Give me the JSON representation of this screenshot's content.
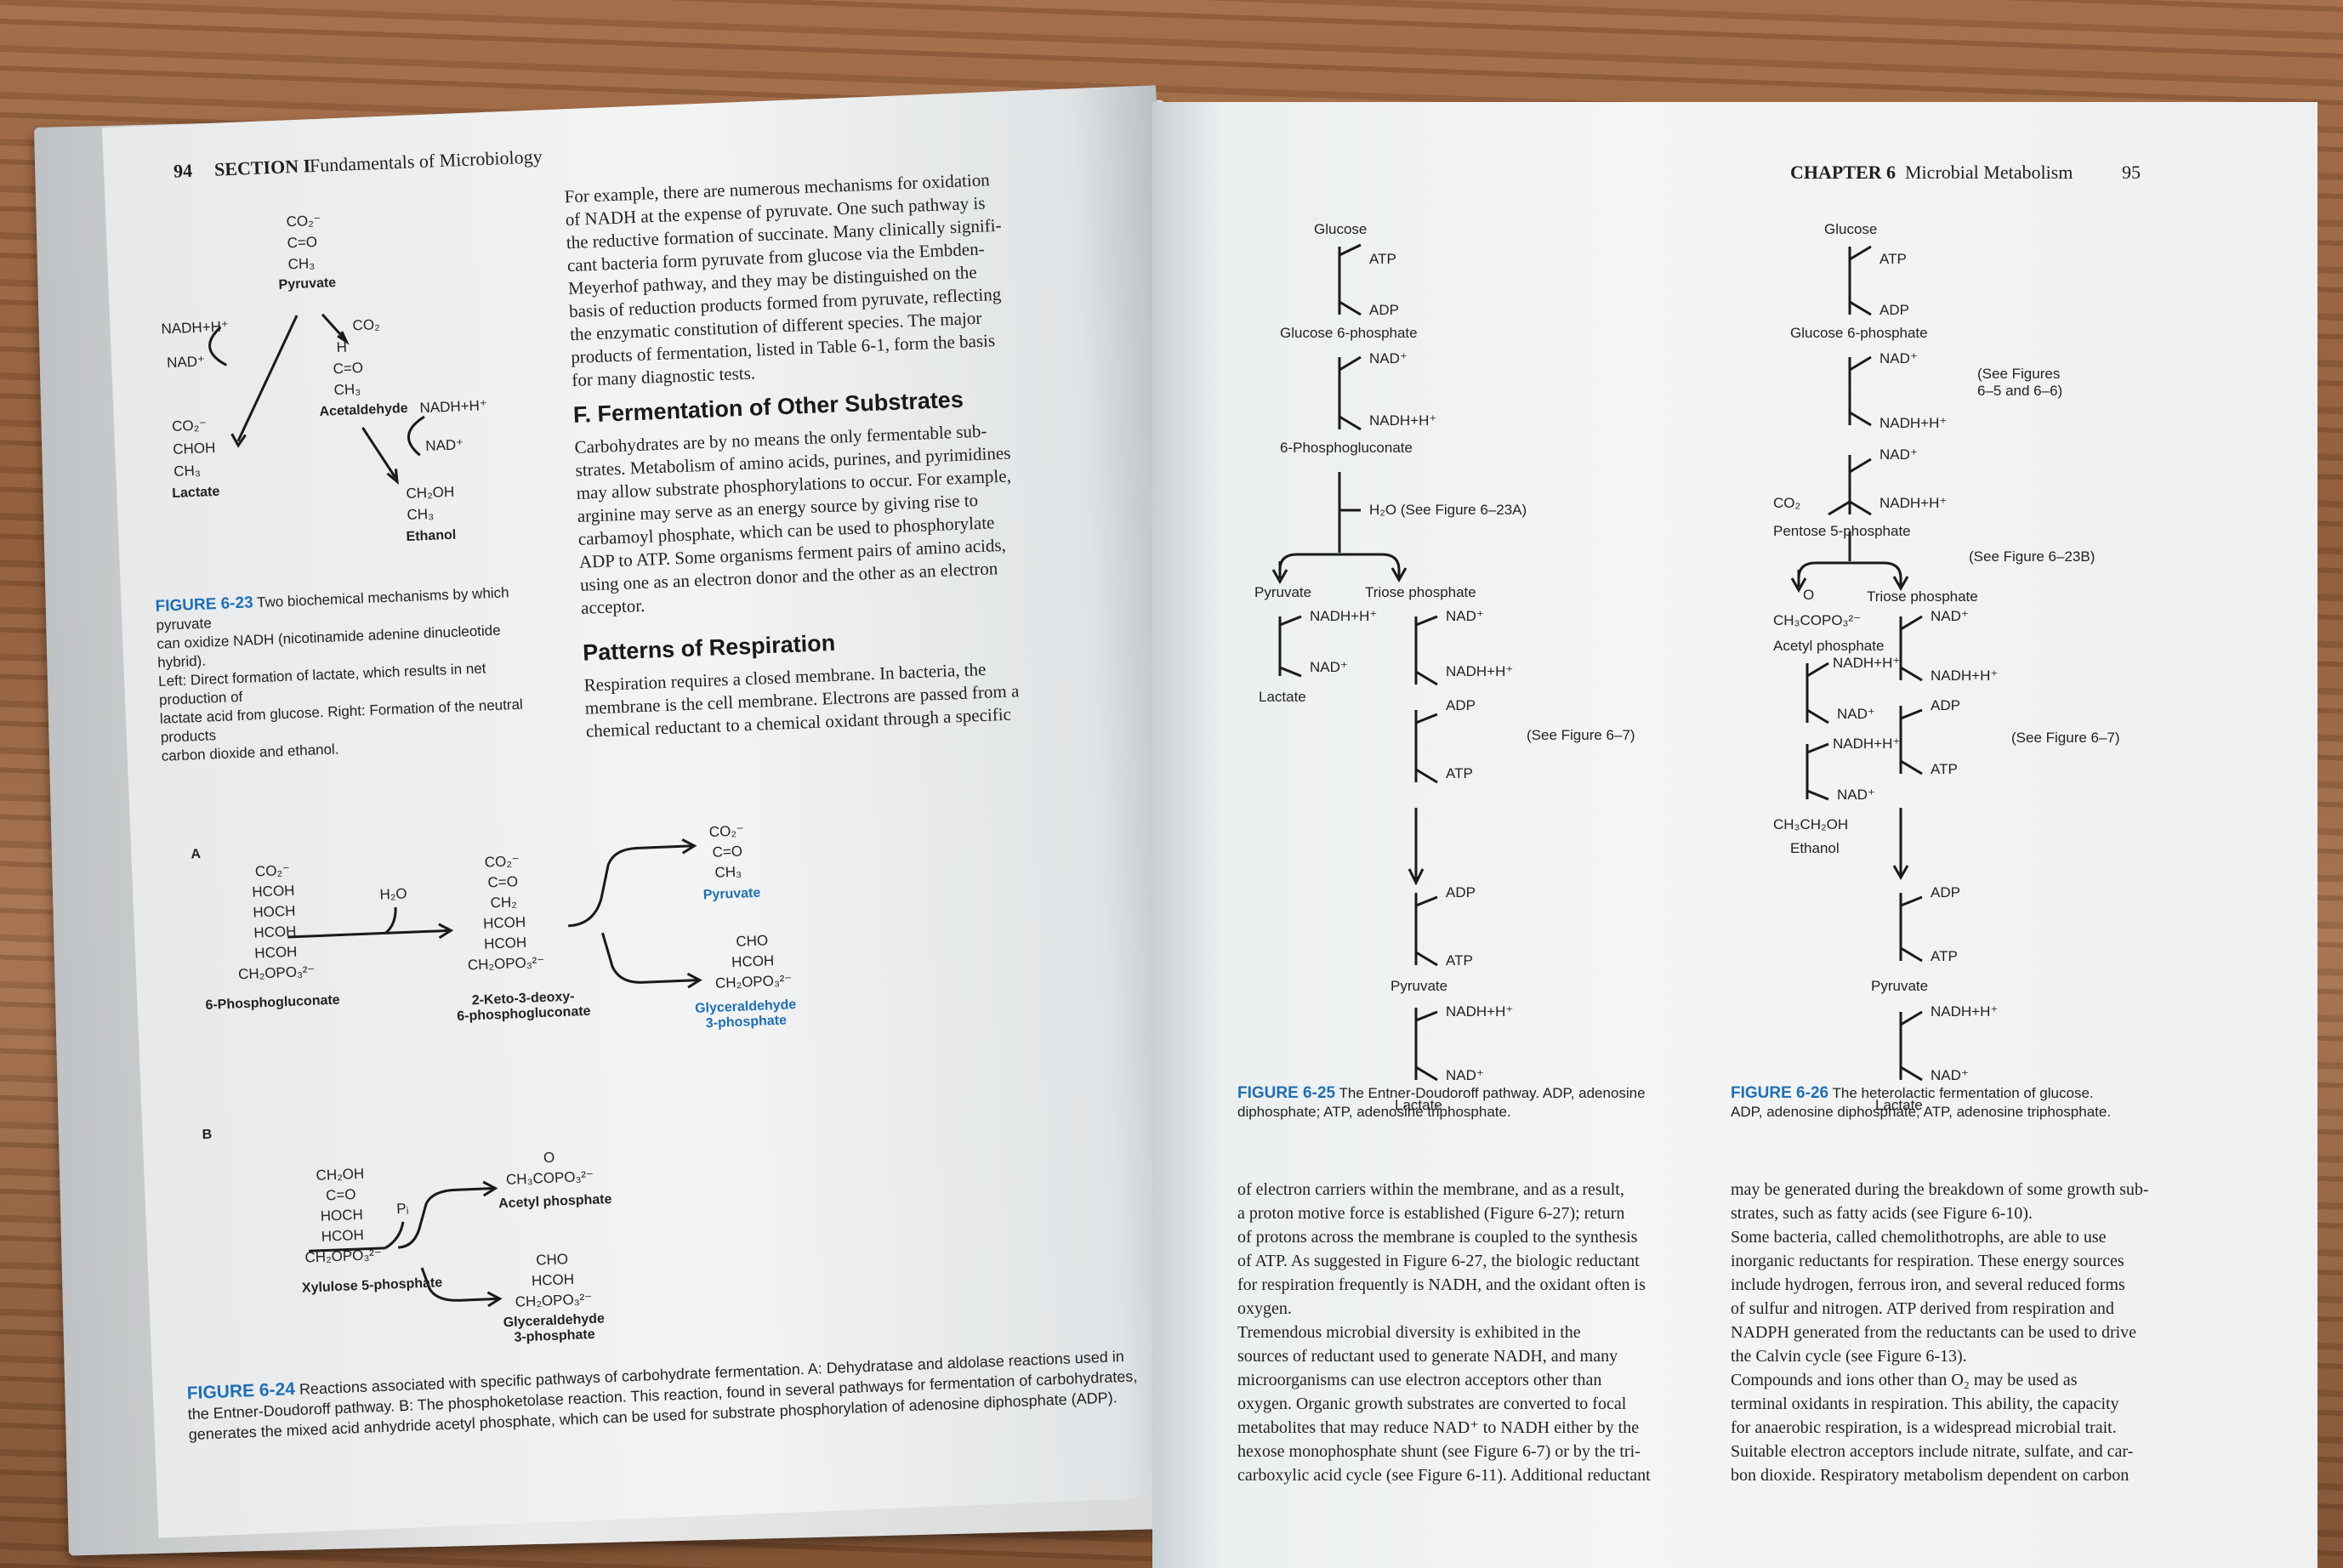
{
  "left_page": {
    "page_number": "94",
    "section": "SECTION I",
    "section_title": "Fundamentals of Microbiology",
    "intro_paragraph": [
      "For example, there are numerous mechanisms for oxidation",
      "of NADH at the expense of pyruvate. One such pathway is",
      "the reductive formation of succinate. Many clinically signifi-",
      "cant bacteria form pyruvate from glucose via the Embden-",
      "Meyerhof pathway, and they may be distinguished on the",
      "basis of reduction products formed from pyruvate, reflecting",
      "the enzymatic constitution of different species. The major",
      "products of fermentation, listed in Table 6-1, form the basis",
      "for many diagnostic tests."
    ],
    "heading_f": "F. Fermentation of Other Substrates",
    "para_f": [
      "Carbohydrates are by no means the only fermentable sub-",
      "strates. Metabolism of amino acids, purines, and pyrimidines",
      "may allow substrate phosphorylations to occur. For example,",
      "arginine may serve as an energy source by giving rise to",
      "carbamoyl phosphate, which can be used to phosphorylate",
      "ADP to ATP. Some organisms ferment pairs of amino acids,",
      "using one as an electron donor and the other as an electron",
      "acceptor."
    ],
    "heading_resp": "Patterns of Respiration",
    "para_resp": [
      "Respiration requires a closed membrane. In bacteria, the",
      "membrane is the cell membrane. Electrons are passed from a",
      "chemical reductant to a chemical oxidant through a specific"
    ],
    "fig23": {
      "labels": {
        "co2m": "CO₂⁻",
        "co": "C=O",
        "ch3": "CH₃",
        "pyruvate": "Pyruvate",
        "co2": "CO₂",
        "h": "H",
        "co2b": "C=O",
        "ch3b": "CH₃",
        "acetaldehyde": "Acetaldehyde",
        "nadh": "NADH+H⁺",
        "nad": "NAD⁺",
        "lac_co2": "CO₂⁻",
        "chohl": "CHOH",
        "ch3l": "CH₃",
        "lactate": "Lactate",
        "nadh2": "NADH+H⁺",
        "nad2": "NAD⁺",
        "ch2oh": "CH₂OH",
        "ch3e": "CH₃",
        "ethanol": "Ethanol"
      },
      "cap_title": "FIGURE 6-23",
      "cap_lines": [
        "Two biochemical mechanisms by which pyruvate",
        "can oxidize NADH (nicotinamide adenine dinucleotide hybrid).",
        "Left: Direct formation of lactate, which results in net production of",
        "lactate acid from glucose. Right: Formation of the neutral products",
        "carbon dioxide and ethanol."
      ]
    },
    "fig24": {
      "label_a": "A",
      "label_b": "B",
      "a_c1": [
        "CO₂⁻",
        "HCOH",
        "HOCH",
        "HCOH",
        "HCOH",
        "CH₂OPO₃²⁻"
      ],
      "a_c1_name": "6-Phosphogluconate",
      "a_h2o": "H₂O",
      "a_c2": [
        "CO₂⁻",
        "C=O",
        "CH₂",
        "HCOH",
        "HCOH",
        "CH₂OPO₃²⁻"
      ],
      "a_c2_name": "2-Keto-3-deoxy-",
      "a_c2_name2": "6-phosphogluconate",
      "a_p1": [
        "CO₂⁻",
        "C=O",
        "CH₃"
      ],
      "a_p1_name": "Pyruvate",
      "a_p2": [
        "CHO",
        "HCOH",
        "CH₂OPO₃²⁻"
      ],
      "a_p2_name": "Glyceraldehyde",
      "a_p2_name2": "3-phosphate",
      "b_c1": [
        "CH₂OH",
        "C=O",
        "HOCH",
        "HCOH",
        "CH₂OPO₃²⁻"
      ],
      "b_c1_name": "Xylulose 5-phosphate",
      "b_pi": "Pᵢ",
      "b_p1": [
        "O",
        "CH₃COPO₃²⁻"
      ],
      "b_p1_name": "Acetyl phosphate",
      "b_p2": [
        "CHO",
        "HCOH",
        "CH₂OPO₃²⁻"
      ],
      "b_p2_name": "Glyceraldehyde",
      "b_p2_name2": "3-phosphate",
      "cap_title": "FIGURE 6-24",
      "cap_lines": [
        "Reactions associated with specific pathways of carbohydrate fermentation. A: Dehydratase and aldolase reactions used in",
        "the Entner-Doudoroff pathway. B: The phosphoketolase reaction. This reaction, found in several pathways for fermentation of carbohydrates,",
        "generates the mixed acid anhydride acetyl phosphate, which can be used for substrate phosphorylation of adenosine diphosphate (ADP)."
      ]
    }
  },
  "right_page": {
    "chapter": "CHAPTER 6",
    "chapter_title": "Microbial Metabolism",
    "page_number": "95",
    "fig25": {
      "glucose": "Glucose",
      "atp": "ATP",
      "adp": "ADP",
      "g6p": "Glucose 6-phosphate",
      "nad": "NAD⁺",
      "nadh": "NADH+H⁺",
      "pg": "6-Phosphogluconate",
      "h2o": "H₂O  (See Figure 6–23A)",
      "pyruvate": "Pyruvate",
      "triose": "Triose phosphate",
      "nadh_l": "NADH+H⁺",
      "nad_l": "NAD⁺",
      "lactate_l": "Lactate",
      "nad_r": "NAD⁺",
      "nadh_r": "NADH+H⁺",
      "adp_r": "ADP",
      "atp_r": "ATP",
      "see67": "(See Figure 6–7)",
      "adp2": "ADP",
      "atp2": "ATP",
      "pyruvate2": "Pyruvate",
      "nadh2": "NADH+H⁺",
      "nad2": "NAD⁺",
      "lactate2": "Lactate",
      "cap_title": "FIGURE 6-25",
      "cap_lines": [
        "The Entner-Doudoroff pathway. ADP, adenosine",
        "diphosphate; ATP, adenosine triphosphate."
      ]
    },
    "fig26": {
      "glucose": "Glucose",
      "atp": "ATP",
      "adp": "ADP",
      "g6p": "Glucose 6-phosphate",
      "nad": "NAD⁺",
      "nadh": "NADH+H⁺",
      "see_figs": "(See Figures",
      "see_figs2": "6–5 and 6–6)",
      "nad2": "NAD⁺",
      "co2": "CO₂",
      "nadh2": "NADH+H⁺",
      "p5p": "Pentose 5-phosphate",
      "see623b": "(See Figure 6–23B)",
      "o": "O",
      "acp": "CH₃COPO₃²⁻",
      "acp_name": "Acetyl phosphate",
      "triose": "Triose phosphate",
      "nadh_a": "NADH+H⁺",
      "nad_a": "NAD⁺",
      "nadh_b": "NADH+H⁺",
      "nad_b": "NAD⁺",
      "ethanol_f": "CH₃CH₂OH",
      "ethanol": "Ethanol",
      "nad_t": "NAD⁺",
      "nadh_t": "NADH+H⁺",
      "adp_t": "ADP",
      "atp_t": "ATP",
      "see67": "(See Figure 6–7)",
      "adp2": "ADP",
      "atp2": "ATP",
      "pyruvate": "Pyruvate",
      "nadh3": "NADH+H⁺",
      "nad3": "NAD⁺",
      "lactate": "Lactate",
      "cap_title": "FIGURE 6-26",
      "cap_lines": [
        "The heterolactic fermentation of glucose.",
        "ADP, adenosine diphosphate; ATP, adenosine triphosphate."
      ]
    },
    "col1": [
      "of electron carriers within the membrane, and as a result,",
      "a proton motive force is established (Figure 6-27); return",
      "of protons across the membrane is coupled to the synthesis",
      "of ATP. As suggested in Figure 6-27, the biologic reductant",
      "for respiration frequently is NADH, and the oxidant often is",
      "oxygen.",
      "    Tremendous microbial diversity is exhibited in the",
      "sources of reductant used to generate NADH, and many",
      "microorganisms can use electron acceptors other than",
      "oxygen. Organic growth substrates are converted to focal",
      "metabolites that may reduce NAD⁺ to NADH either by the",
      "hexose monophosphate shunt (see Figure 6-7) or by the tri-",
      "carboxylic acid cycle (see Figure 6-11). Additional reductant"
    ],
    "col2": [
      "may be generated during the breakdown of some growth sub-",
      "strates, such as fatty acids (see Figure 6-10).",
      "    Some bacteria, called chemolithotrophs, are able to use",
      "inorganic reductants for respiration. These energy sources",
      "include hydrogen, ferrous iron, and several reduced forms",
      "of sulfur and nitrogen. ATP derived from respiration and",
      "NADPH generated from the reductants can be used to drive",
      "the Calvin cycle (see Figure 6-13).",
      "    Compounds and ions other than O₂ may be used as",
      "terminal oxidants in respiration. This ability, the capacity",
      "for anaerobic respiration, is a widespread microbial trait.",
      "Suitable electron acceptors include nitrate, sulfate, and car-",
      "bon dioxide. Respiratory metabolism dependent on carbon"
    ]
  }
}
